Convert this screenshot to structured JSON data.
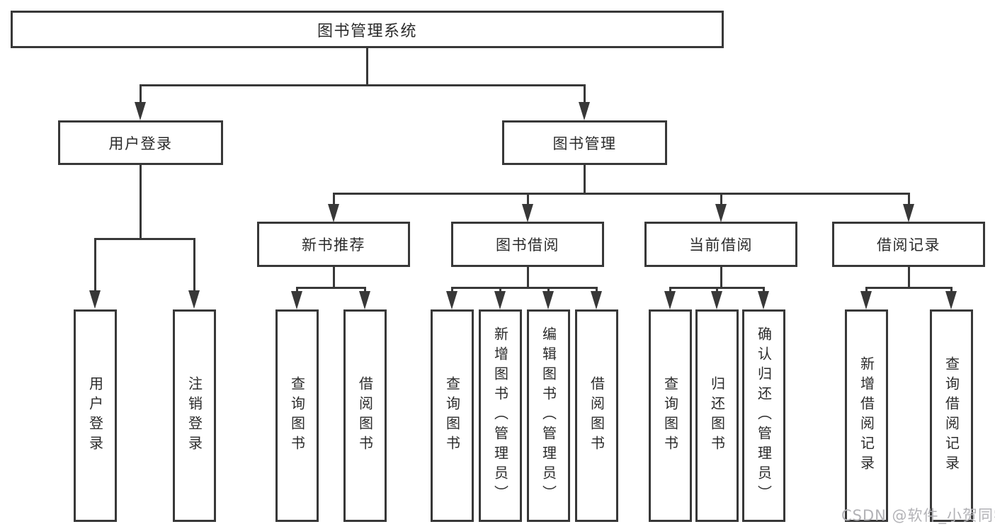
{
  "diagram": {
    "title": "图书管理系统",
    "line_color": "#383838",
    "text_color": "#2b2b2b",
    "branches": [
      {
        "label": "用户登录",
        "leaves": [
          {
            "label": "用户登录"
          },
          {
            "label": "注销登录"
          }
        ]
      },
      {
        "label": "图书管理",
        "groups": [
          {
            "label": "新书推荐",
            "leaves": [
              {
                "label": "查询图书"
              },
              {
                "label": "借阅图书"
              }
            ]
          },
          {
            "label": "图书借阅",
            "leaves": [
              {
                "label": "查询图书"
              },
              {
                "label": "新增图书（管理员）"
              },
              {
                "label": "编辑图书（管理员）"
              },
              {
                "label": "借阅图书"
              }
            ]
          },
          {
            "label": "当前借阅",
            "leaves": [
              {
                "label": "查询图书"
              },
              {
                "label": "归还图书"
              },
              {
                "label": "确认归还（管理员）"
              }
            ]
          },
          {
            "label": "借阅记录",
            "leaves": [
              {
                "label": "新增借阅记录"
              },
              {
                "label": "查询借阅记录"
              }
            ]
          }
        ]
      }
    ]
  },
  "watermark": {
    "text": "CSDN @软件_小贺同学"
  }
}
